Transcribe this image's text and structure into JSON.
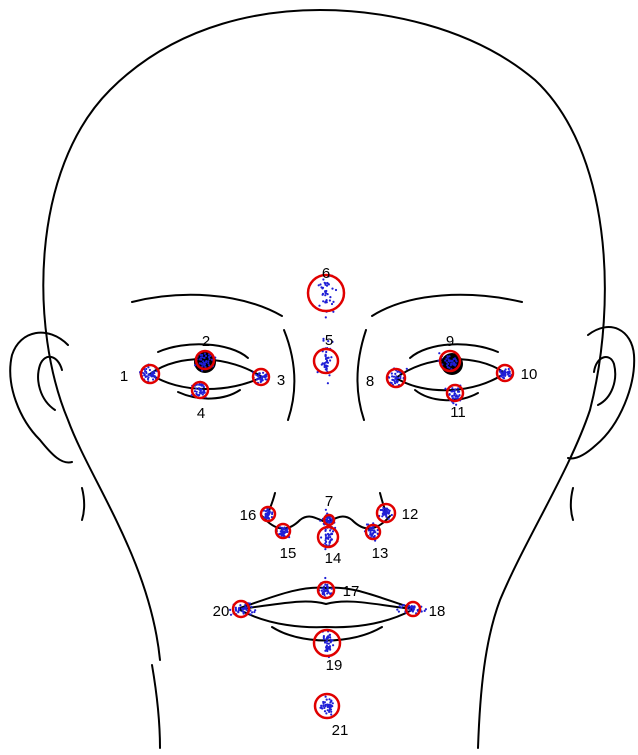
{
  "colors": {
    "outline": "#000000",
    "landmark_ring": "#e00000",
    "sample_points": "#1f1fd6",
    "pupil": "#000000",
    "background": "#ffffff"
  },
  "landmarks": [
    {
      "id": 1,
      "label": "1"
    },
    {
      "id": 2,
      "label": "2"
    },
    {
      "id": 3,
      "label": "3"
    },
    {
      "id": 4,
      "label": "4"
    },
    {
      "id": 5,
      "label": "5"
    },
    {
      "id": 6,
      "label": "6"
    },
    {
      "id": 7,
      "label": "7"
    },
    {
      "id": 8,
      "label": "8"
    },
    {
      "id": 9,
      "label": "9"
    },
    {
      "id": 10,
      "label": "10"
    },
    {
      "id": 11,
      "label": "11"
    },
    {
      "id": 12,
      "label": "12"
    },
    {
      "id": 13,
      "label": "13"
    },
    {
      "id": 14,
      "label": "14"
    },
    {
      "id": 15,
      "label": "15"
    },
    {
      "id": 16,
      "label": "16"
    },
    {
      "id": 17,
      "label": "17"
    },
    {
      "id": 18,
      "label": "18"
    },
    {
      "id": 19,
      "label": "19"
    },
    {
      "id": 20,
      "label": "20"
    },
    {
      "id": 21,
      "label": "21"
    }
  ]
}
